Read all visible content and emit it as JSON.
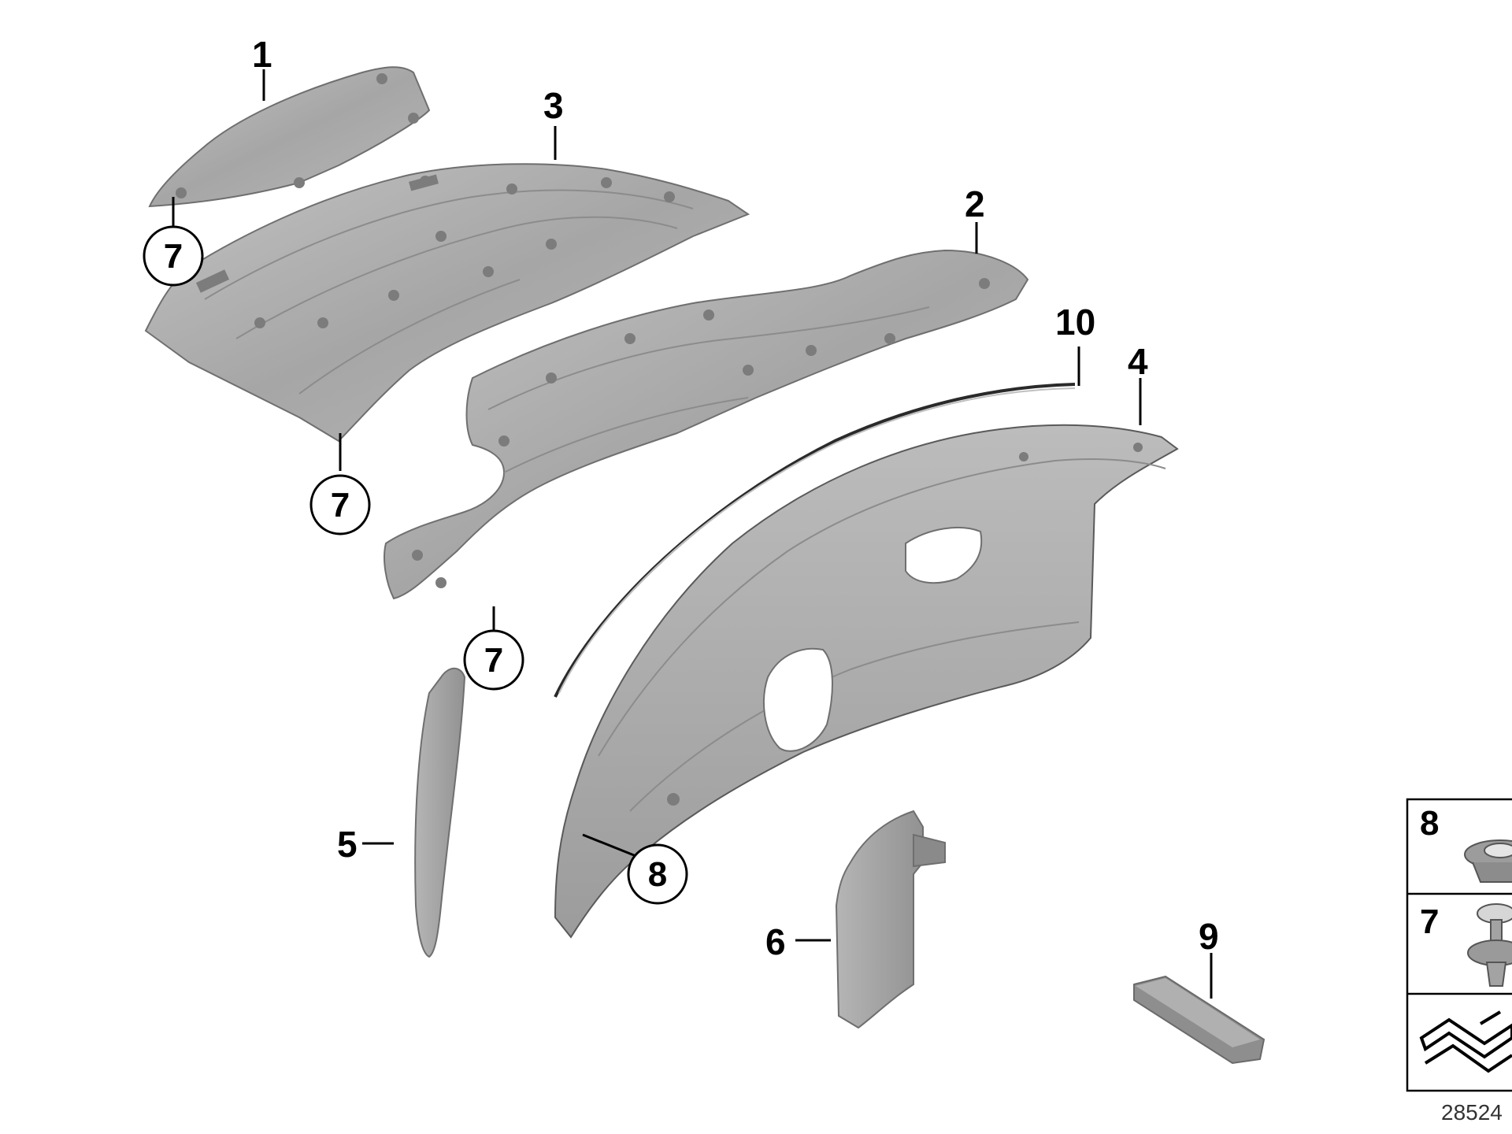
{
  "callouts": {
    "c1": "1",
    "c2": "2",
    "c3": "3",
    "c4": "4",
    "c5": "5",
    "c6": "6",
    "c7a": "7",
    "c7b": "7",
    "c7c": "7",
    "c8": "8",
    "c9": "9",
    "c10": "10"
  },
  "legend": {
    "row1_label": "8",
    "row2_label": "7"
  },
  "reference_number": "28524",
  "colors": {
    "part_fill": "#a9a9a9",
    "part_light": "#bdbdbd",
    "part_dark": "#8e8e8e",
    "background": "#ffffff"
  }
}
